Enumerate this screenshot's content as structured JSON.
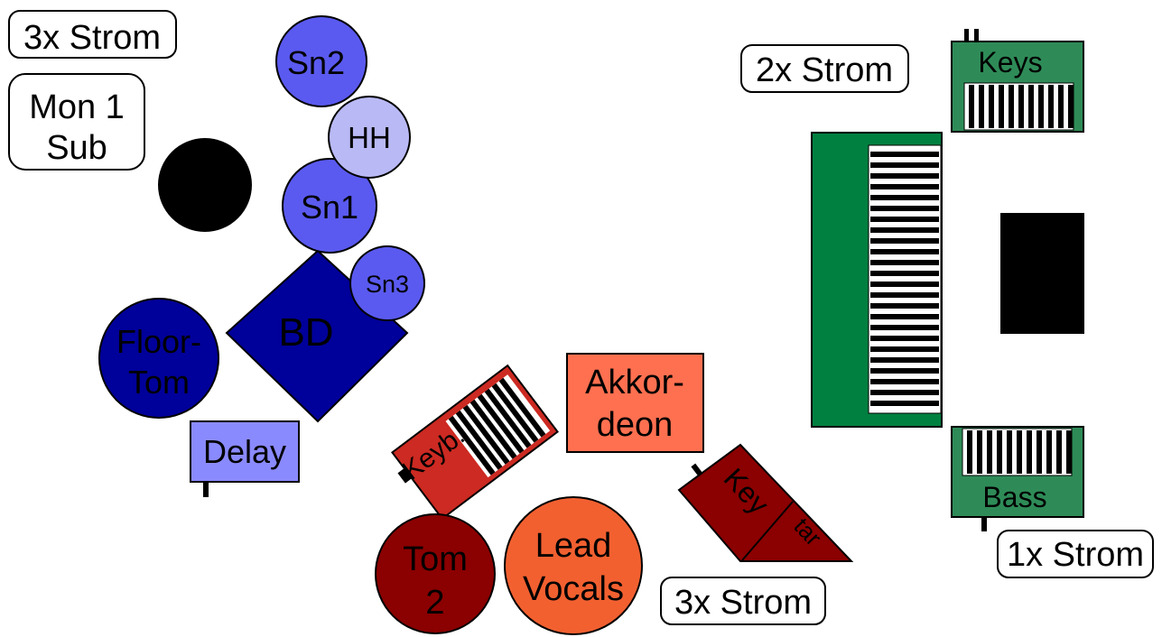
{
  "power_labels": {
    "top_left": "3x Strom",
    "top_right": "2x Strom",
    "bottom_right": "1x Strom",
    "bottom_center": "3x Strom"
  },
  "monitor": {
    "line1": "Mon 1",
    "line2": "Sub"
  },
  "drums": {
    "sn2": "Sn2",
    "hh": "HH",
    "sn1": "Sn1",
    "sn3": "Sn3",
    "bd": "BD",
    "floor_tom_line1": "Floor-",
    "floor_tom_line2": "Tom",
    "tom2_line1": "Tom",
    "tom2_line2": "2"
  },
  "effects": {
    "delay": "Delay"
  },
  "instruments": {
    "keyboard": "Keyb.",
    "accordion_line1": "Akkor-",
    "accordion_line2": "deon",
    "keytar_part1": "Key",
    "keytar_part2": "tar",
    "keys": "Keys",
    "bass": "Bass"
  },
  "vocals": {
    "line1": "Lead",
    "line2": "Vocals"
  },
  "colors": {
    "drum_light": "#5a5af0",
    "drum_pale": "#b9b9f5",
    "drum_dark": "#00009a",
    "delay": "#8a8aff",
    "keyboard_red": "#cc2a22",
    "accordion": "#ff7050",
    "dark_red": "#8b0000",
    "vocals_orange": "#f26030",
    "green_light": "#2e8b57",
    "green_dark": "#008040"
  }
}
